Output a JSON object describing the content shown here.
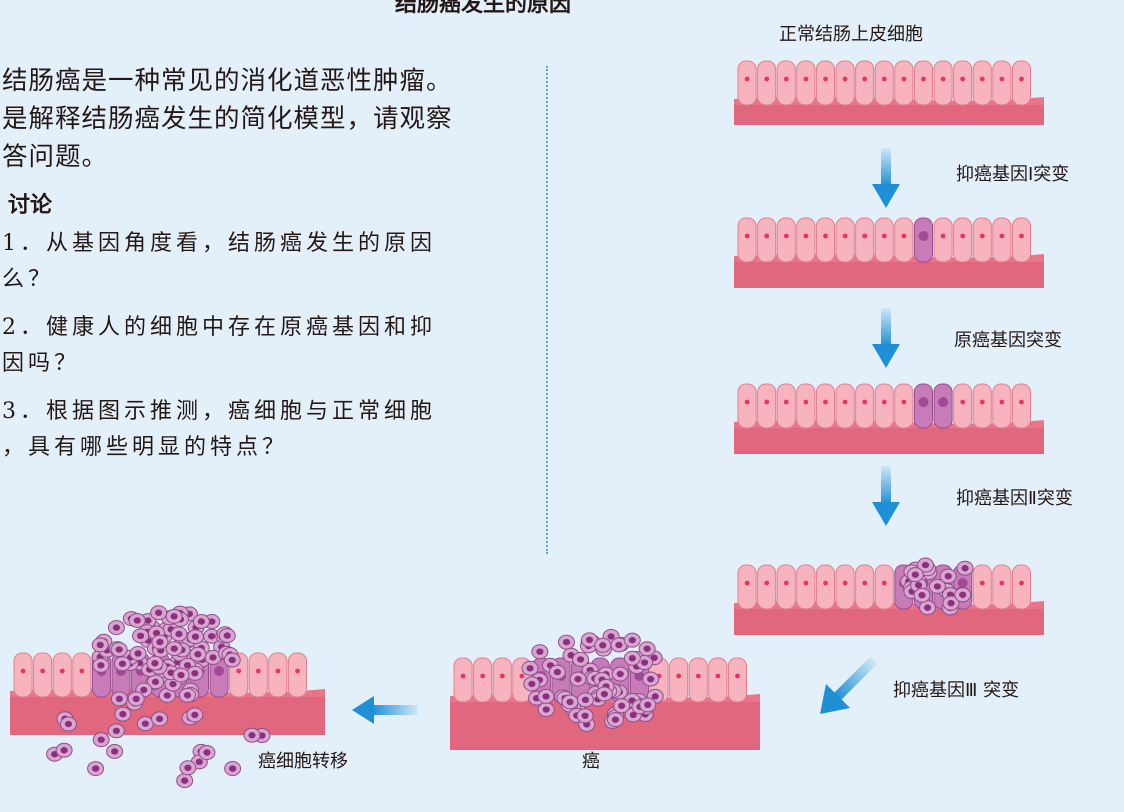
{
  "header": {
    "title": "结肠癌发生的原因"
  },
  "text": {
    "paragraph": [
      "结肠癌是一种常见的消化道恶性肿瘤。",
      "是解释结肠癌发生的简化模型，请观察",
      "答问题。"
    ],
    "discussion_heading": "讨论",
    "questions": [
      [
        "1．从基因角度看，结肠癌发生的原因",
        "么？"
      ],
      [
        "2．健康人的细胞中存在原癌基因和抑",
        "因吗？"
      ],
      [
        "3．根据图示推测，癌细胞与正常细胞",
        "，具有哪些明显的特点？"
      ]
    ]
  },
  "diagram": {
    "stages": {
      "normal": "正常结肠上皮细胞",
      "cancer": "癌",
      "metastasis": "癌细胞转移"
    },
    "mutations": {
      "m1": "抑癌基因Ⅰ突变",
      "m2": "原癌基因突变",
      "m3": "抑癌基因Ⅱ突变",
      "m4": "抑癌基因Ⅲ 突变"
    },
    "colors": {
      "background": "#e4f0f9",
      "normal_cell": "#f7b4bf",
      "tissue_base": "#e9758a",
      "mutant_cell": "#c77bb8",
      "nucleus_normal": "#e8336a",
      "arrow": "#1f8fd6"
    }
  }
}
